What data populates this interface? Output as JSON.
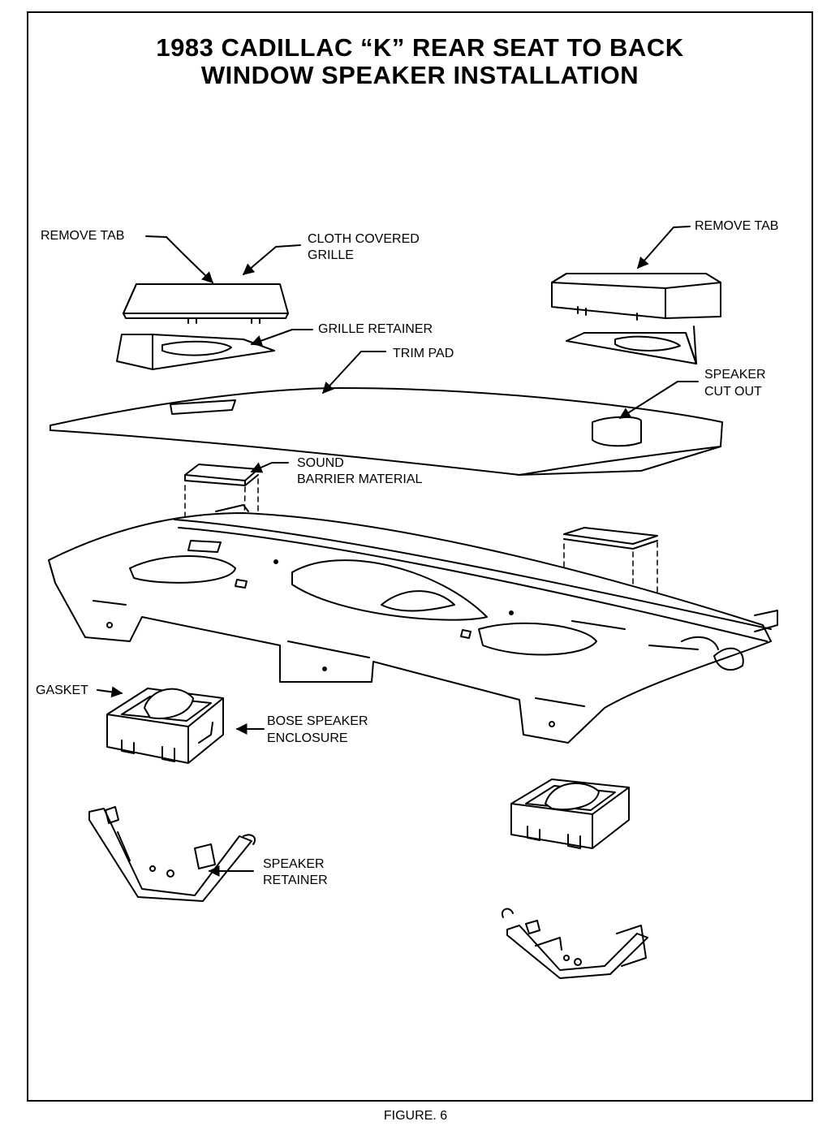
{
  "title": {
    "line1": "1983 CADILLAC “K” REAR SEAT TO BACK",
    "line2": "WINDOW SPEAKER INSTALLATION"
  },
  "labels": {
    "remove_tab_left": "REMOVE TAB",
    "cloth_covered_line1": "CLOTH COVERED",
    "cloth_covered_line2": "GRILLE",
    "remove_tab_right": "REMOVE TAB",
    "grille_retainer": "GRILLE RETAINER",
    "trim_pad": "TRIM PAD",
    "speaker_cut_out_line1": "SPEAKER",
    "speaker_cut_out_line2": "CUT OUT",
    "sound_barrier_line1": "SOUND",
    "sound_barrier_line2": "BARRIER MATERIAL",
    "gasket": "GASKET",
    "bose_line1": "BOSE SPEAKER",
    "bose_line2": "ENCLOSURE",
    "speaker_retainer_line1": "SPEAKER",
    "speaker_retainer_line2": "RETAINER"
  },
  "caption": "FIGURE. 6"
}
